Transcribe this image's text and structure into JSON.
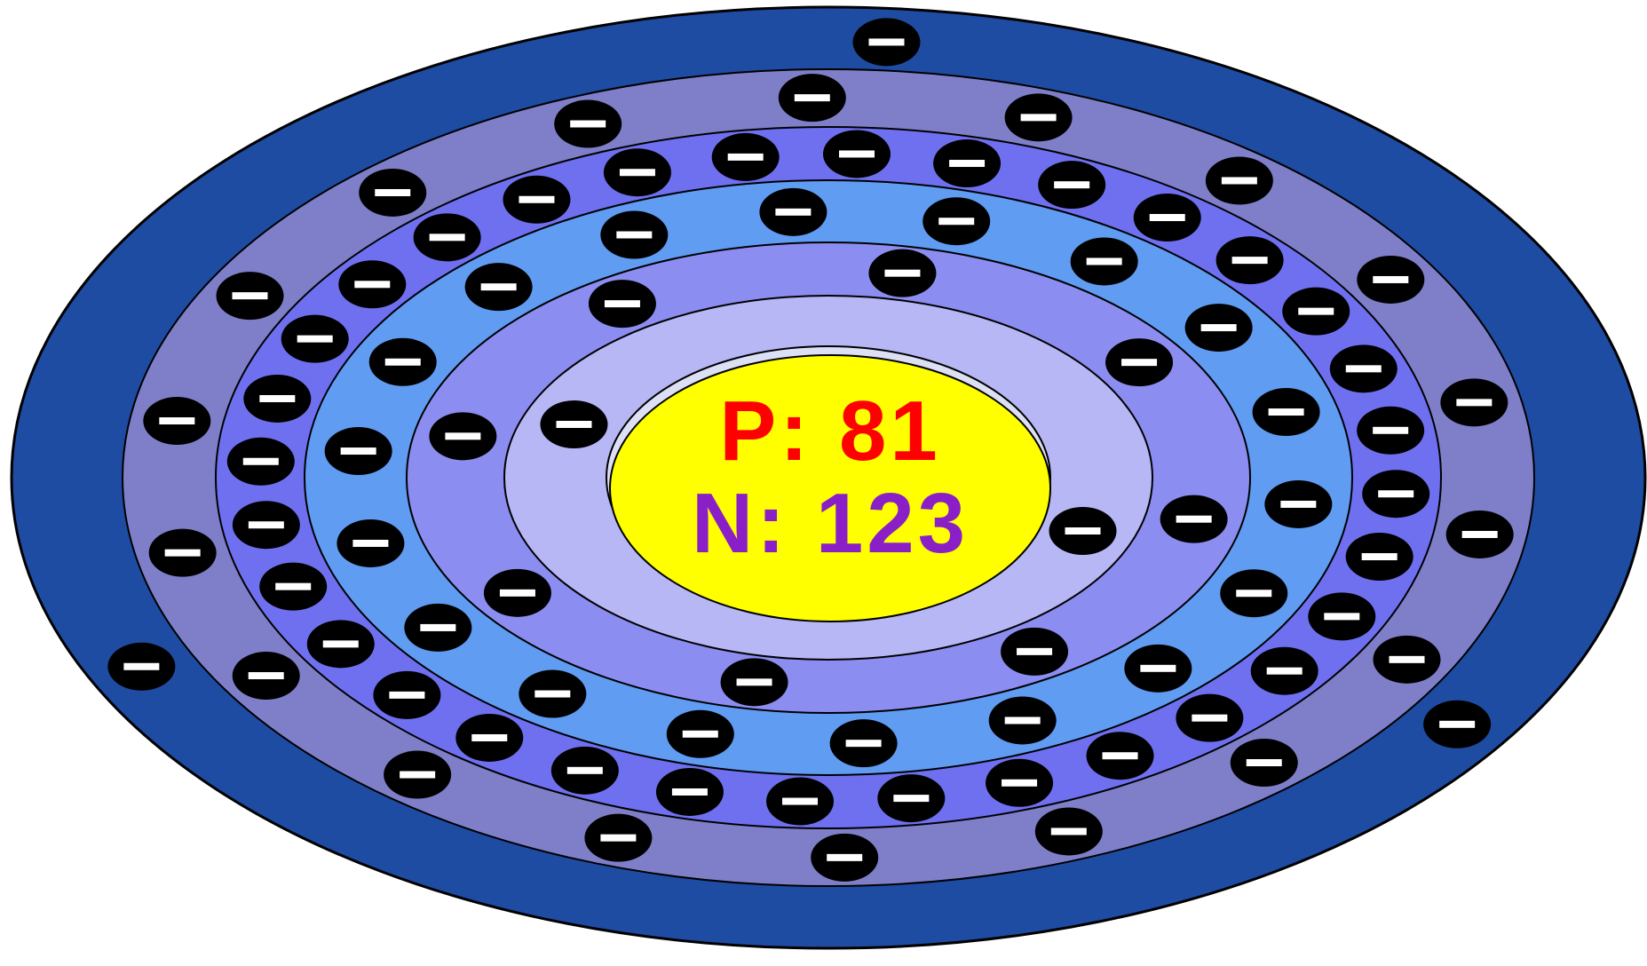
{
  "nucleus": {
    "protons_label": "P: 81",
    "neutrons_label": "N: 123"
  },
  "shell_electron_counts": [
    2,
    8,
    18,
    32,
    18,
    3
  ],
  "colors": {
    "outer_ring": "#1e4ca3",
    "shell_6": "#7e7fc8",
    "shell_5": "#6f70ef",
    "shell_4": "#5f9cf2",
    "shell_3": "#8c8df0",
    "shell_2": "#b6b7f4",
    "shell_1": "#dddff5",
    "nucleus_fill": "#ffff00",
    "protons_text": "#ff0000",
    "neutrons_text": "#8a1fc8",
    "electron_fill": "#000000",
    "electron_minus": "#ffffff",
    "ring_stroke": "#000000"
  },
  "electron_icon": "minus-sign"
}
